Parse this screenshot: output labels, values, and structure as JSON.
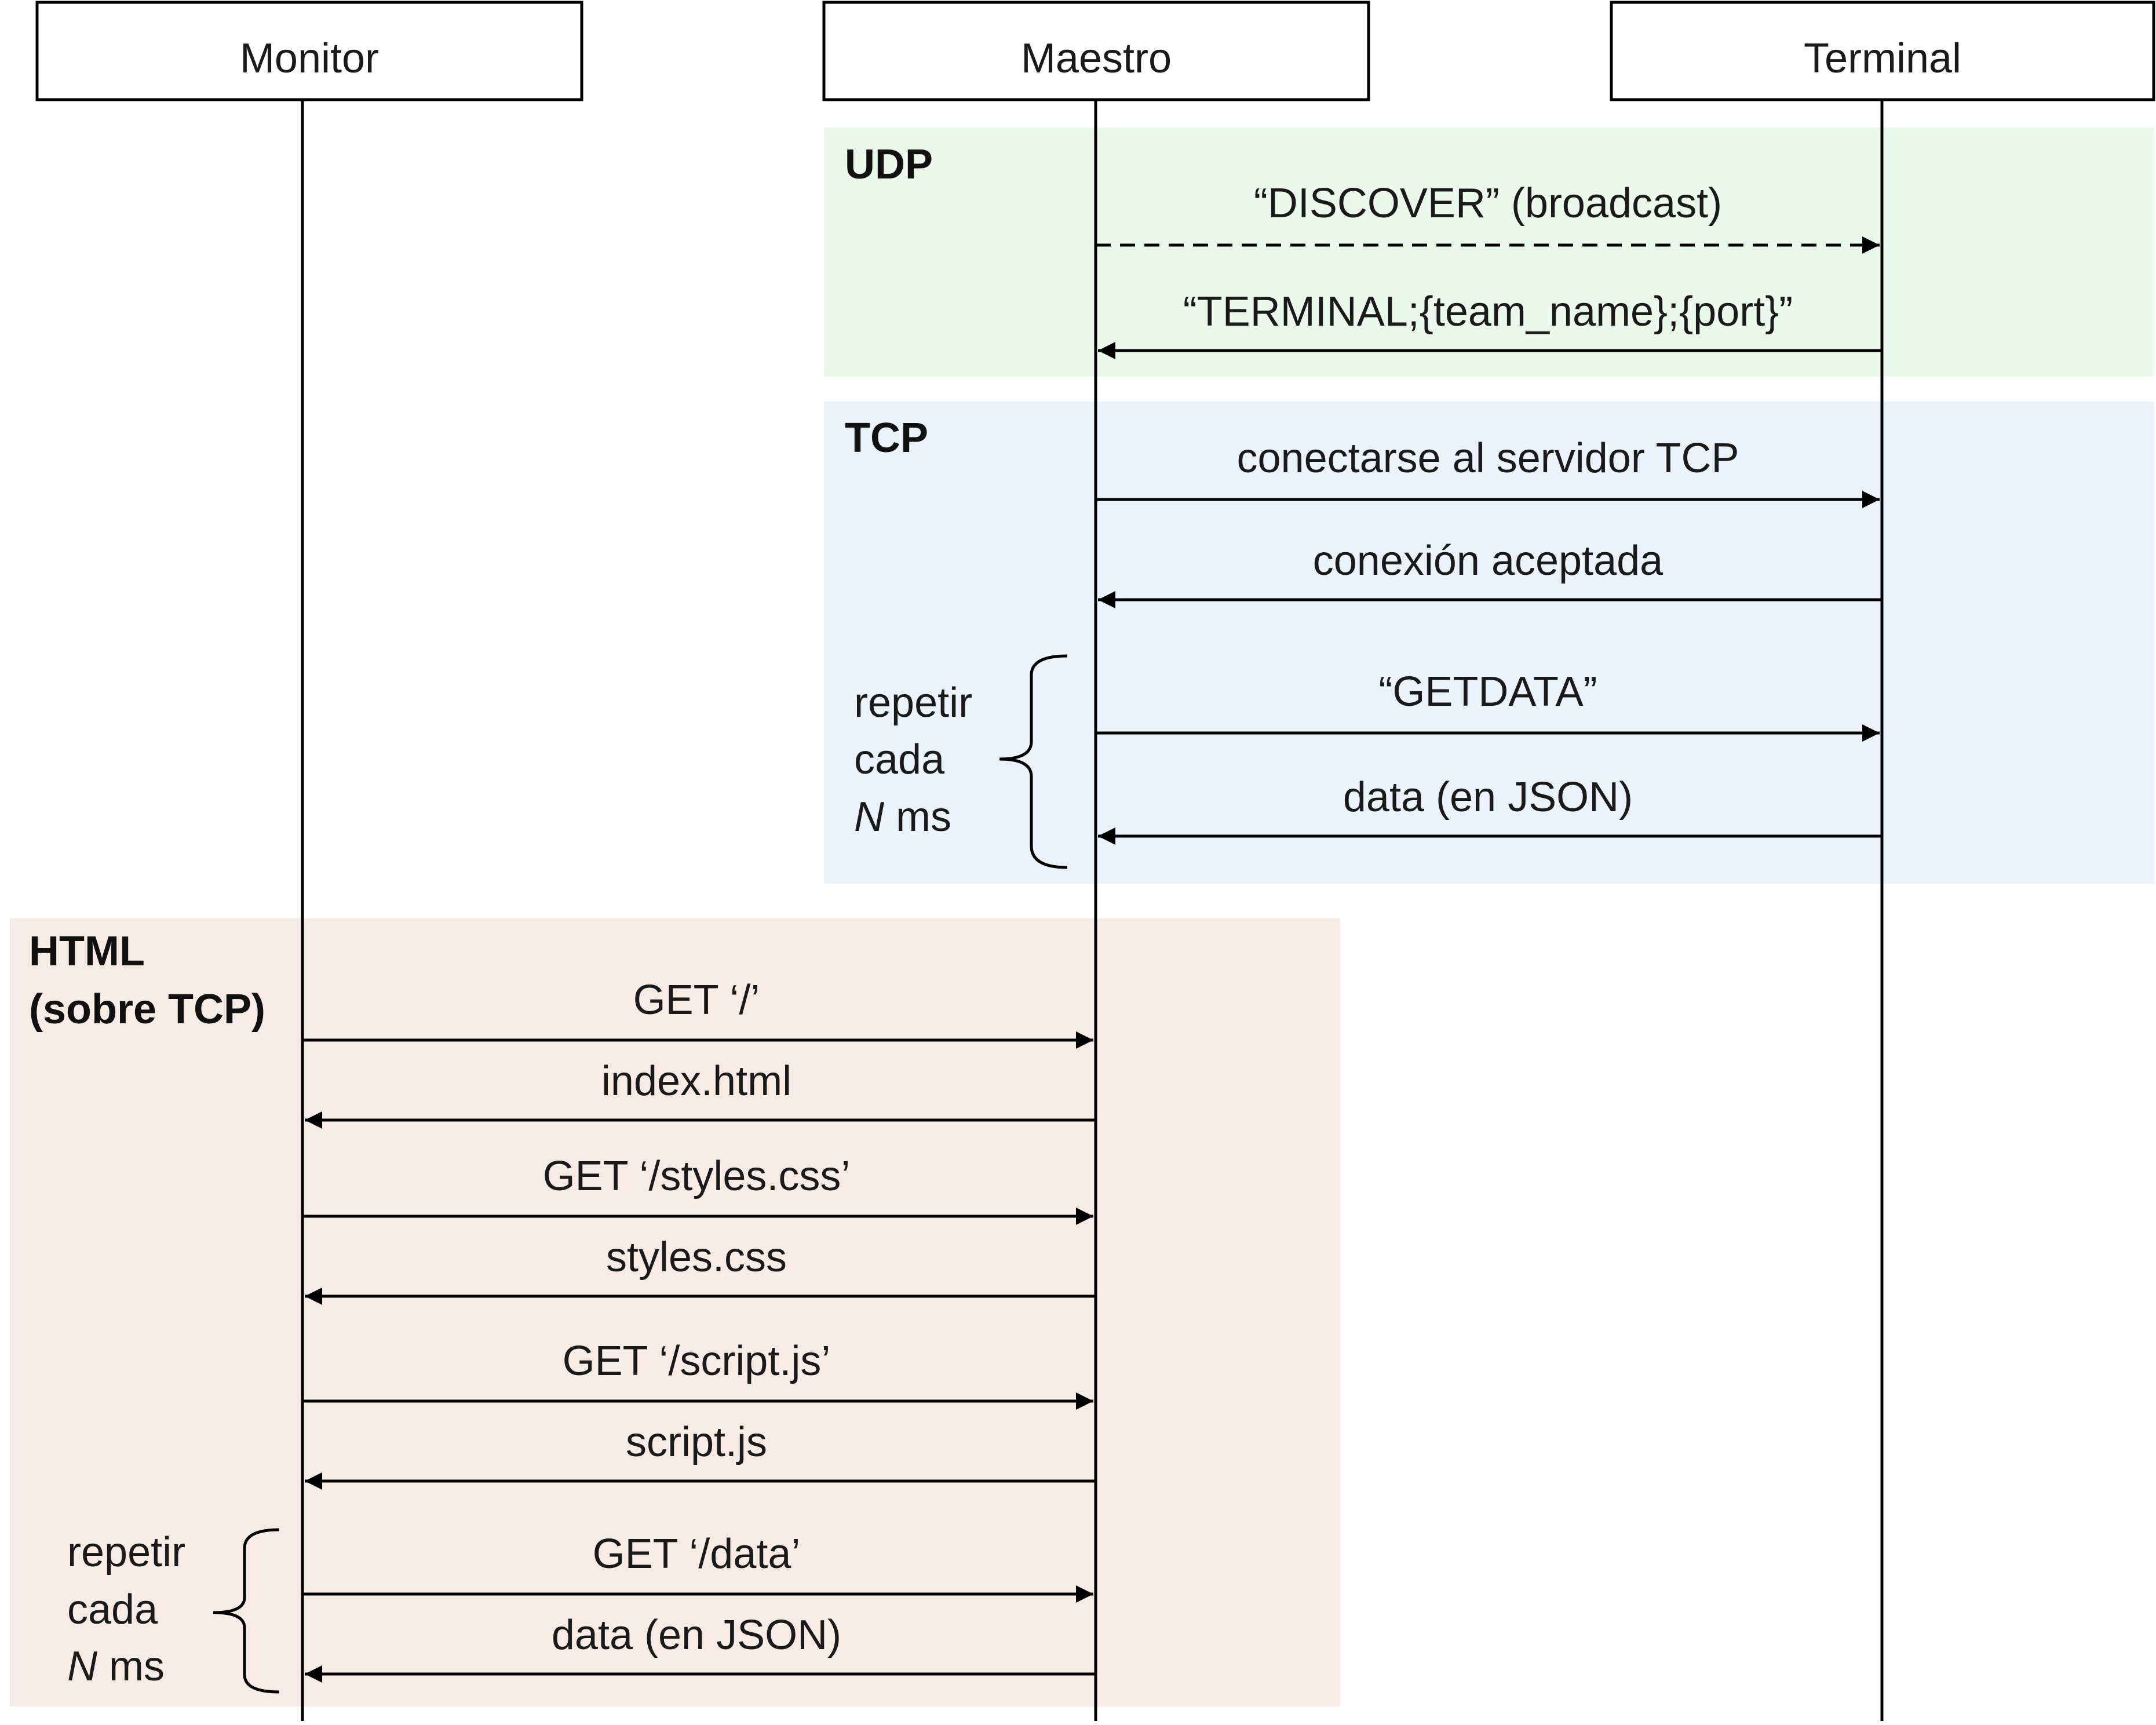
{
  "participants": [
    {
      "id": "monitor",
      "label": "Monitor"
    },
    {
      "id": "maestro",
      "label": "Maestro"
    },
    {
      "id": "terminal",
      "label": "Terminal"
    }
  ],
  "regions": [
    {
      "id": "udp",
      "title_lines": [
        "UDP"
      ],
      "fill": "#ebf8ec"
    },
    {
      "id": "tcp",
      "title_lines": [
        "TCP"
      ],
      "fill": "#ebf2fa"
    },
    {
      "id": "html",
      "title_lines": [
        "HTML",
        "(sobre TCP)"
      ],
      "fill": "#f7ebe6"
    }
  ],
  "messages": [
    {
      "id": "discover",
      "region": "udp",
      "from": "maestro",
      "to": "terminal",
      "label": "“DISCOVER” (broadcast)",
      "dashed": true
    },
    {
      "id": "terminal-reply",
      "region": "udp",
      "from": "terminal",
      "to": "maestro",
      "label": "“TERMINAL;{team_name};{port}”",
      "dashed": false
    },
    {
      "id": "connect",
      "region": "tcp",
      "from": "maestro",
      "to": "terminal",
      "label": "conectarse al servidor TCP",
      "dashed": false
    },
    {
      "id": "accepted",
      "region": "tcp",
      "from": "terminal",
      "to": "maestro",
      "label": "conexión aceptada",
      "dashed": false
    },
    {
      "id": "getdata",
      "region": "tcp",
      "from": "maestro",
      "to": "terminal",
      "label": "“GETDATA”",
      "dashed": false
    },
    {
      "id": "data-json-tcp",
      "region": "tcp",
      "from": "terminal",
      "to": "maestro",
      "label": "data (en JSON)",
      "dashed": false
    },
    {
      "id": "get-root",
      "region": "html",
      "from": "monitor",
      "to": "maestro",
      "label": "GET ‘/’",
      "dashed": false
    },
    {
      "id": "index-html",
      "region": "html",
      "from": "maestro",
      "to": "monitor",
      "label": "index.html",
      "dashed": false
    },
    {
      "id": "get-styles",
      "region": "html",
      "from": "monitor",
      "to": "maestro",
      "label": "GET ‘/styles.css’",
      "dashed": false
    },
    {
      "id": "styles-css",
      "region": "html",
      "from": "maestro",
      "to": "monitor",
      "label": "styles.css",
      "dashed": false
    },
    {
      "id": "get-script",
      "region": "html",
      "from": "monitor",
      "to": "maestro",
      "label": "GET ‘/script.js’",
      "dashed": false
    },
    {
      "id": "script-js",
      "region": "html",
      "from": "maestro",
      "to": "monitor",
      "label": "script.js",
      "dashed": false
    },
    {
      "id": "get-data",
      "region": "html",
      "from": "monitor",
      "to": "maestro",
      "label": "GET ‘/data’",
      "dashed": false
    },
    {
      "id": "data-json-http",
      "region": "html",
      "from": "maestro",
      "to": "monitor",
      "label": "data (en JSON)",
      "dashed": false
    }
  ],
  "loops": [
    {
      "id": "tcp-loop",
      "region": "tcp",
      "lines": [
        {
          "text": "repetir"
        },
        {
          "text": "cada"
        },
        {
          "italic": "N",
          "text": " ms"
        }
      ]
    },
    {
      "id": "html-loop",
      "region": "html",
      "lines": [
        {
          "text": "repetir"
        },
        {
          "text": "cada"
        },
        {
          "italic": "N",
          "text": " ms"
        }
      ]
    }
  ]
}
